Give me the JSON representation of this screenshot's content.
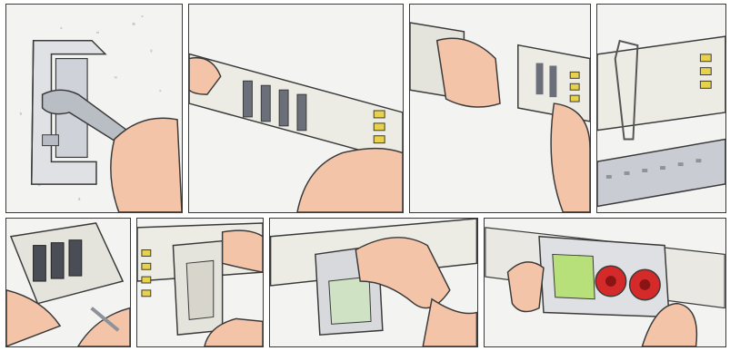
{
  "illustration": {
    "panels": [
      {
        "id": "p1",
        "name": "panel-wall-bracket"
      },
      {
        "id": "p2",
        "name": "panel-busbar-mounting"
      },
      {
        "id": "p3",
        "name": "panel-module-insertion"
      },
      {
        "id": "p4",
        "name": "panel-rail-clamp"
      },
      {
        "id": "p5",
        "name": "panel-screw-terminal-wiring"
      },
      {
        "id": "p6",
        "name": "panel-socket-unit-attach"
      },
      {
        "id": "p7",
        "name": "panel-cover-slide"
      },
      {
        "id": "p8",
        "name": "panel-socket-box-installed"
      }
    ],
    "colors": {
      "skin": "#f4c4a8",
      "skin_shadow": "#d99a7c",
      "metal": "#c9ccd2",
      "metal_dark": "#8e939b",
      "plastic": "#ecebe4",
      "terminal_yellow": "#e8d24a",
      "socket_red": "#d42a2a",
      "window_green": "#b8e07a",
      "outline": "#3a3a3a"
    }
  }
}
